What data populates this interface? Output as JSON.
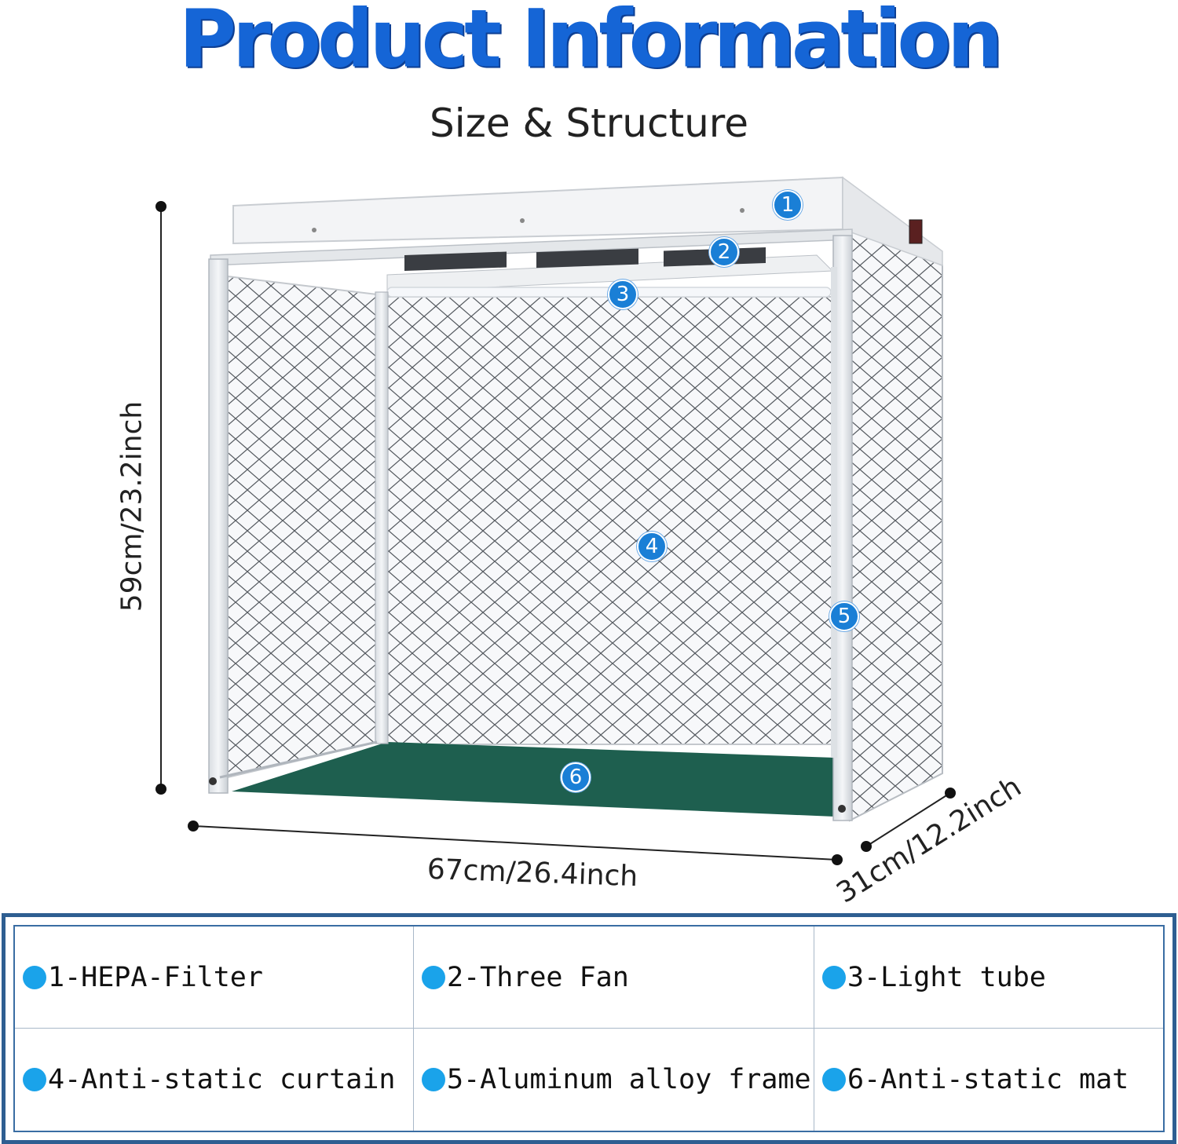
{
  "header": {
    "title": "Product Information",
    "subtitle": "Size & Structure"
  },
  "dimensions": {
    "height": "59cm/23.2inch",
    "width": "67cm/26.4inch",
    "depth": "31cm/12.2inch"
  },
  "callouts": [
    "1",
    "2",
    "3",
    "4",
    "5",
    "6"
  ],
  "legend": {
    "items": [
      {
        "label": "1-HEPA-Filter"
      },
      {
        "label": "2-Three Fan"
      },
      {
        "label": "3-Light tube"
      },
      {
        "label": "4-Anti-static curtain"
      },
      {
        "label": "5-Aluminum alloy frame"
      },
      {
        "label": "6-Anti-static mat"
      }
    ]
  },
  "colors": {
    "title": "#1565d6",
    "callout": "#1a7fd6",
    "legend_border": "#2e5e91",
    "bullet": "#1aa3ea",
    "mat": "#1e5f4f"
  }
}
